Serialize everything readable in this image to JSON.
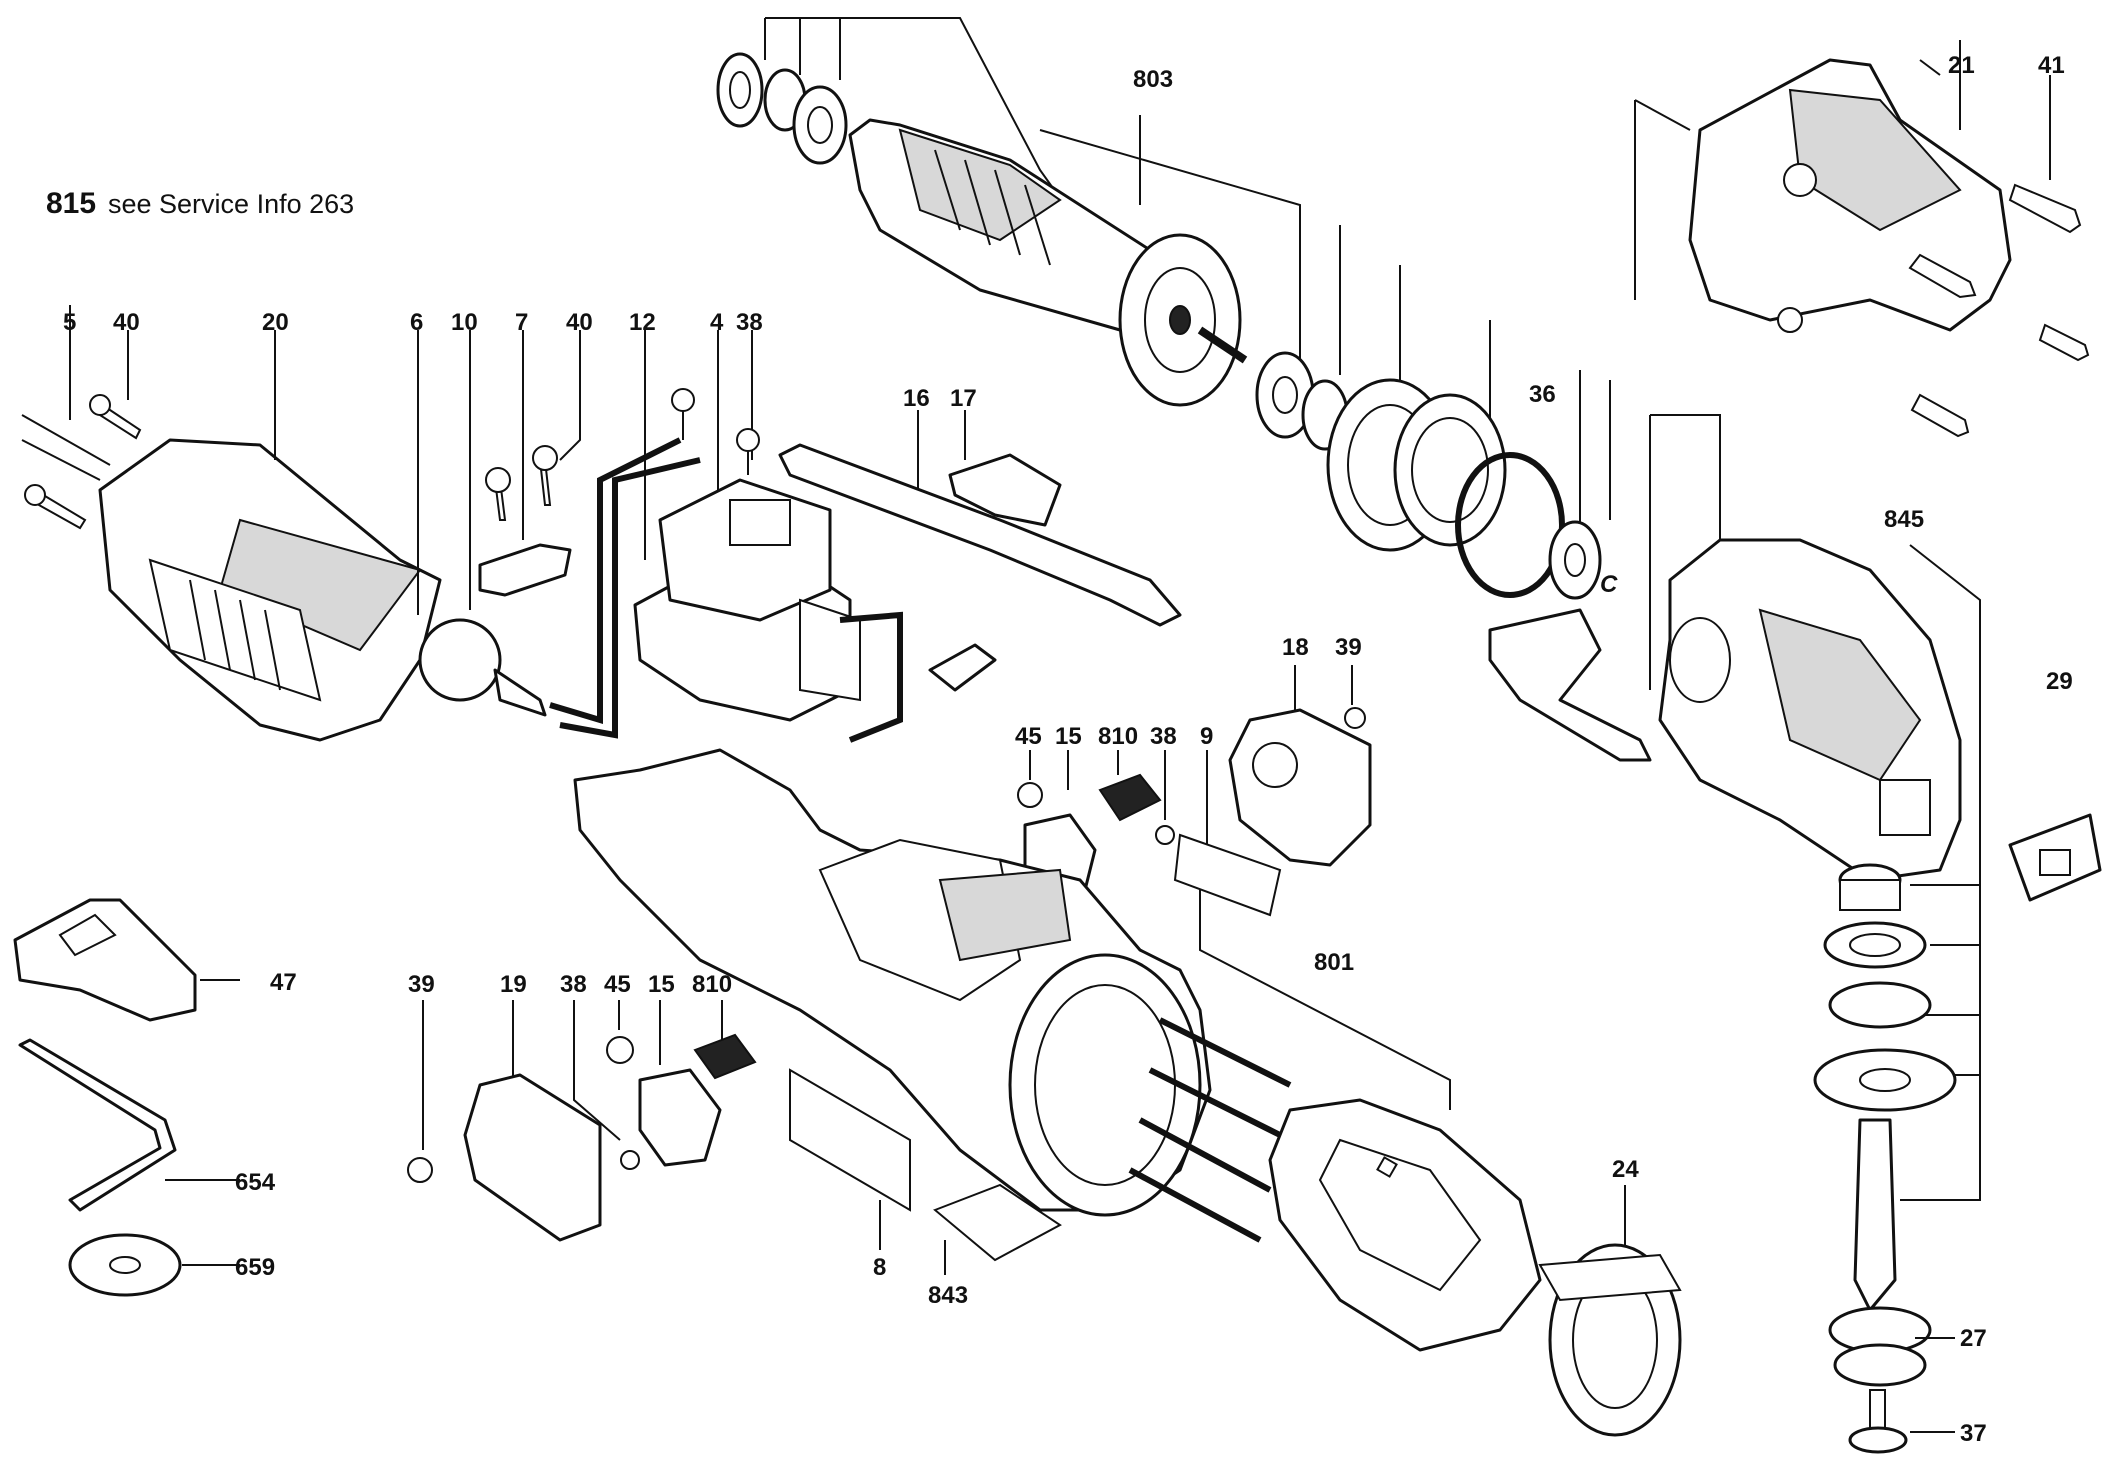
{
  "note": {
    "number": "815",
    "text": "see Service Info 263"
  },
  "labels": [
    {
      "id": "l-803",
      "text": "803"
    },
    {
      "id": "l-21",
      "text": "21"
    },
    {
      "id": "l-41",
      "text": "41"
    },
    {
      "id": "l-5",
      "text": "5"
    },
    {
      "id": "l-40a",
      "text": "40"
    },
    {
      "id": "l-20",
      "text": "20"
    },
    {
      "id": "l-6",
      "text": "6"
    },
    {
      "id": "l-10",
      "text": "10"
    },
    {
      "id": "l-7",
      "text": "7"
    },
    {
      "id": "l-40b",
      "text": "40"
    },
    {
      "id": "l-12",
      "text": "12"
    },
    {
      "id": "l-4",
      "text": "4"
    },
    {
      "id": "l-38a",
      "text": "38"
    },
    {
      "id": "l-16",
      "text": "16"
    },
    {
      "id": "l-17",
      "text": "17"
    },
    {
      "id": "l-36",
      "text": "36"
    },
    {
      "id": "l-c",
      "text": "C"
    },
    {
      "id": "l-845",
      "text": "845"
    },
    {
      "id": "l-18",
      "text": "18"
    },
    {
      "id": "l-39a",
      "text": "39"
    },
    {
      "id": "l-29",
      "text": "29"
    },
    {
      "id": "l-45a",
      "text": "45"
    },
    {
      "id": "l-15a",
      "text": "15"
    },
    {
      "id": "l-810a",
      "text": "810"
    },
    {
      "id": "l-38b",
      "text": "38"
    },
    {
      "id": "l-9",
      "text": "9"
    },
    {
      "id": "l-47",
      "text": "47"
    },
    {
      "id": "l-801",
      "text": "801"
    },
    {
      "id": "l-39b",
      "text": "39"
    },
    {
      "id": "l-19",
      "text": "19"
    },
    {
      "id": "l-38c",
      "text": "38"
    },
    {
      "id": "l-45b",
      "text": "45"
    },
    {
      "id": "l-15b",
      "text": "15"
    },
    {
      "id": "l-810b",
      "text": "810"
    },
    {
      "id": "l-654",
      "text": "654"
    },
    {
      "id": "l-659",
      "text": "659"
    },
    {
      "id": "l-8",
      "text": "8"
    },
    {
      "id": "l-843",
      "text": "843"
    },
    {
      "id": "l-24",
      "text": "24"
    },
    {
      "id": "l-27",
      "text": "27"
    },
    {
      "id": "l-37",
      "text": "37"
    }
  ]
}
